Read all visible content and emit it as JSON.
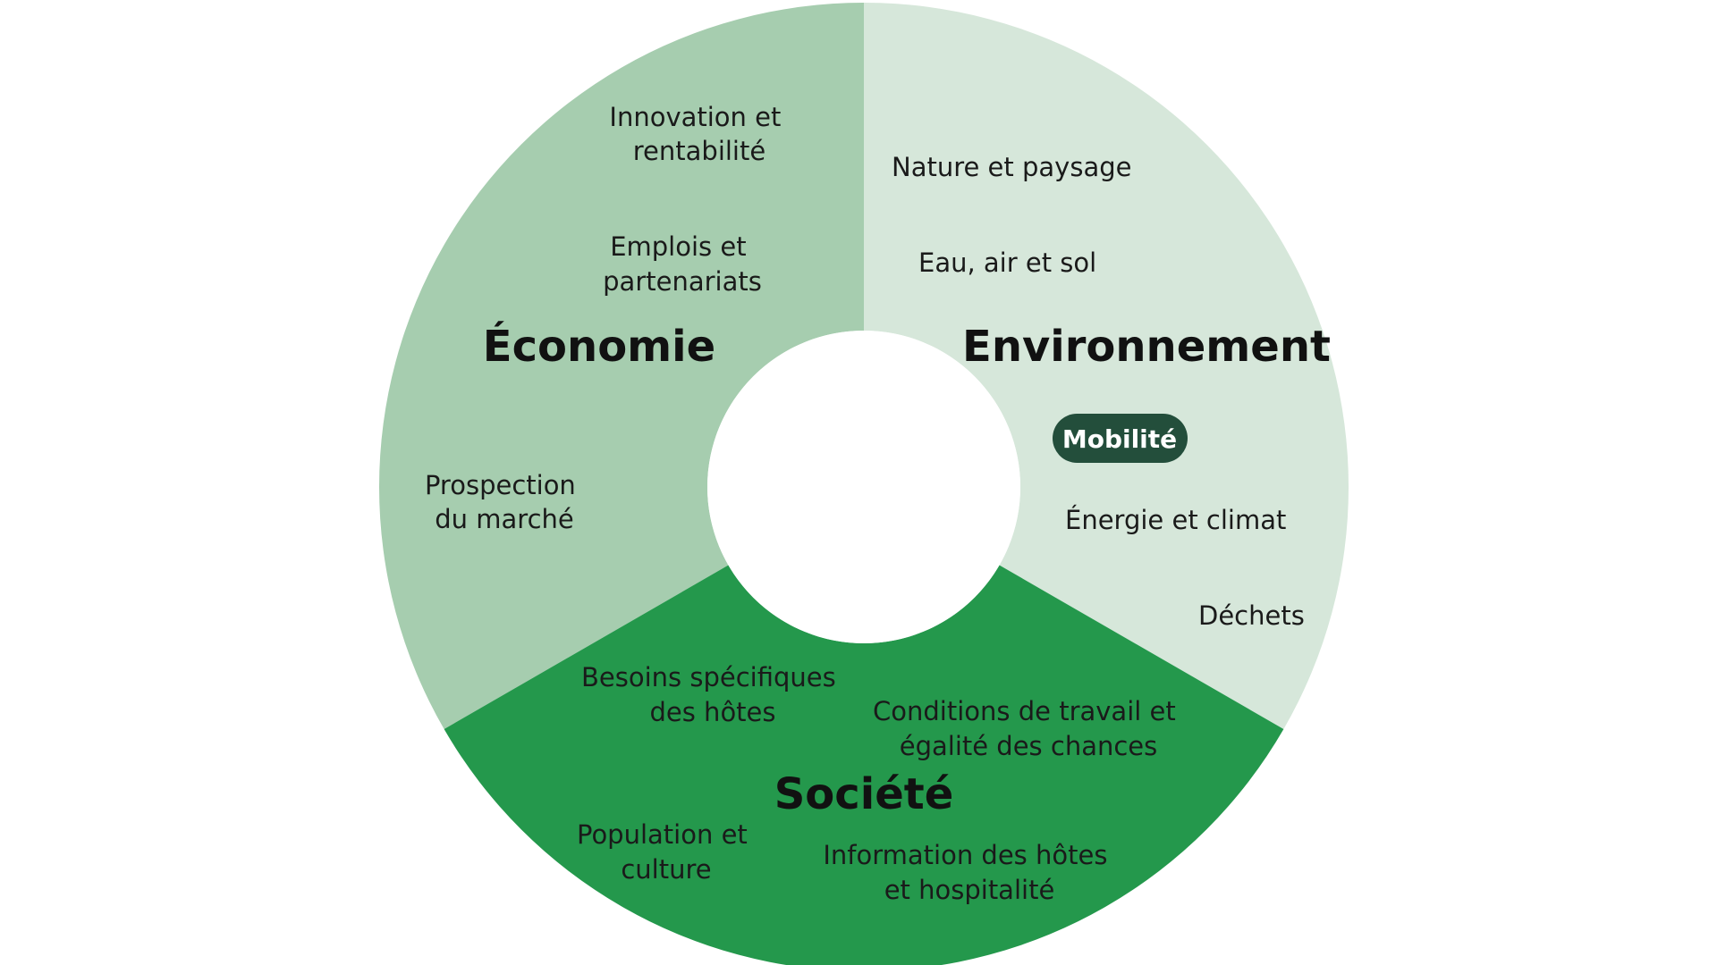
{
  "colors": {
    "economie": "#a6cdaf",
    "environnement": "#d6e7da",
    "societe": "#24984c",
    "hole": "#ffffff",
    "highlight_bg": "#234e3b",
    "highlight_text": "#ffffff"
  },
  "segments": {
    "economie": {
      "title": "Économie",
      "items": [
        [
          "Innovation et",
          "rentabilité"
        ],
        [
          "Emplois et",
          "partenariats"
        ],
        [
          "Prospection",
          "du marché"
        ]
      ]
    },
    "environnement": {
      "title": "Environnement",
      "items": [
        [
          "Nature et paysage"
        ],
        [
          "Eau, air et sol"
        ],
        [
          "Énergie et climat"
        ],
        [
          "Déchets"
        ]
      ],
      "highlight": "Mobilité"
    },
    "societe": {
      "title": "Société",
      "items": [
        [
          "Besoins spécifiques",
          "des hôtes"
        ],
        [
          "Conditions de travail et",
          "égalité des chances"
        ],
        [
          "Population et",
          "culture"
        ],
        [
          "Information des hôtes",
          "et hospitalité"
        ]
      ]
    }
  }
}
